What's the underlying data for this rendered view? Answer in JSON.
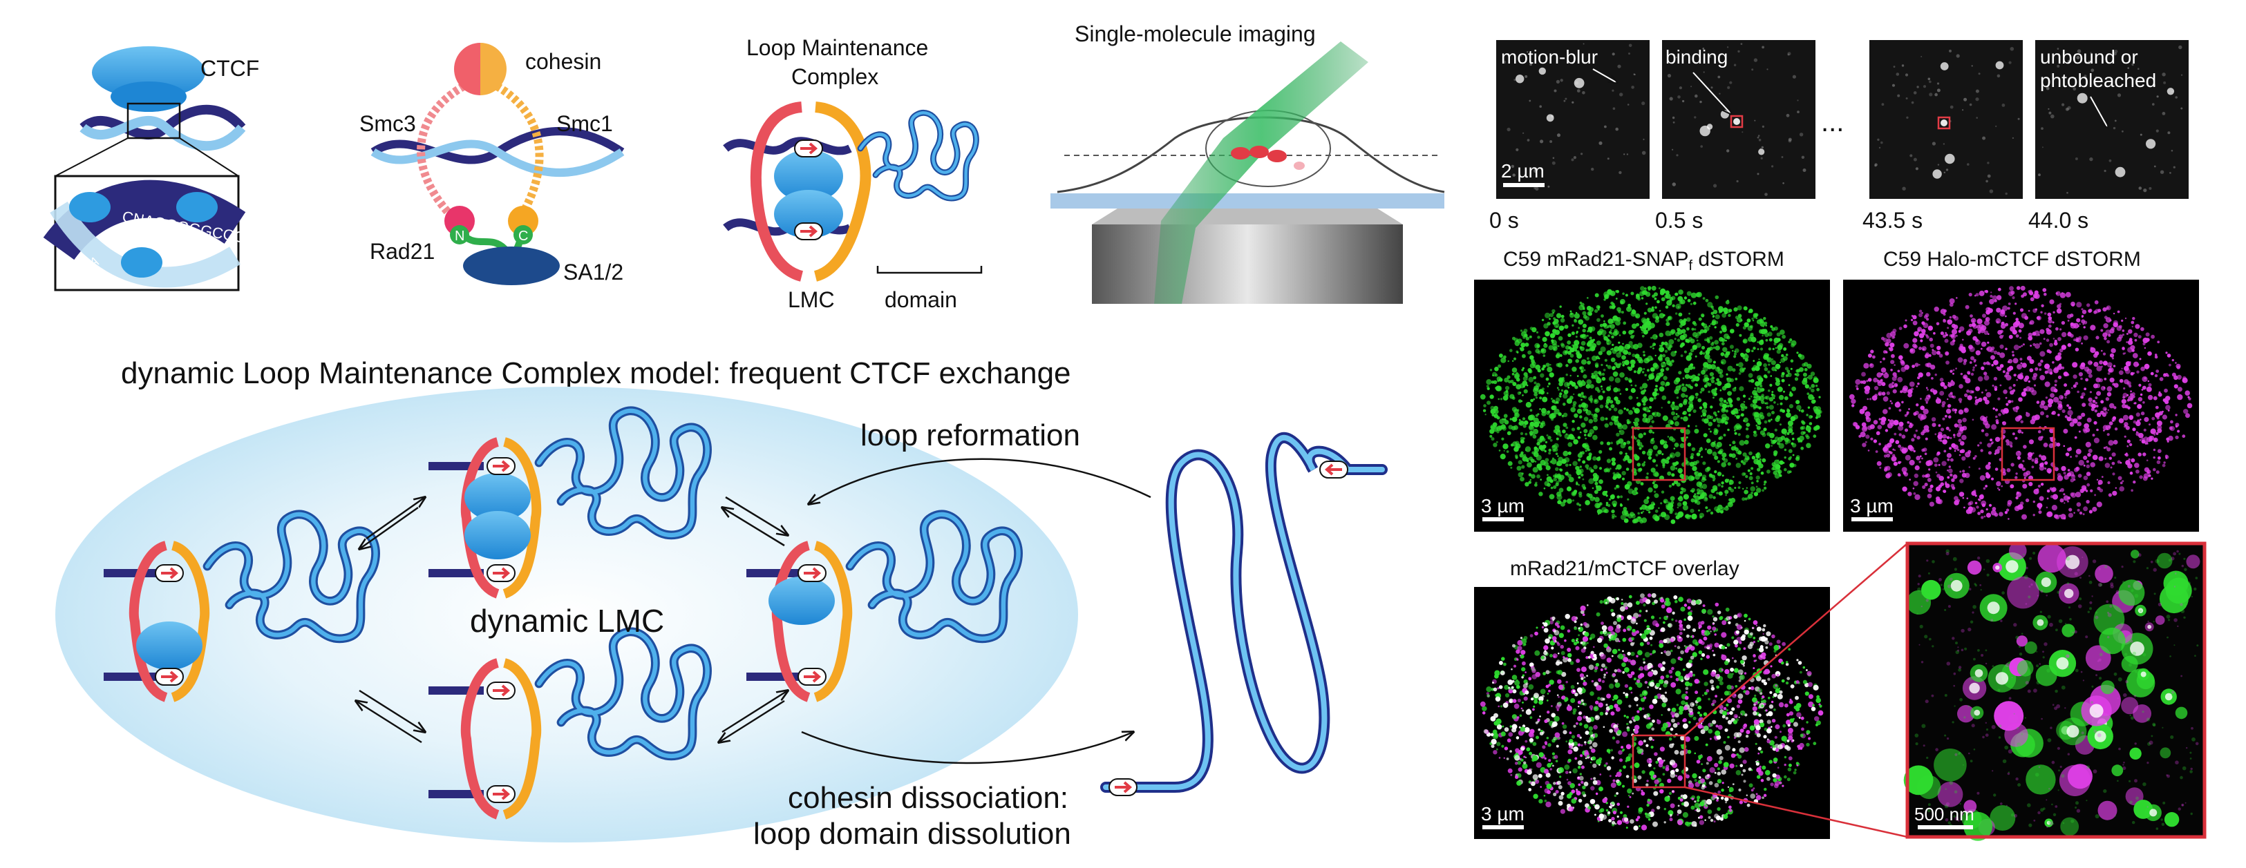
{
  "top_panels": {
    "ctcf_label": "CTCF",
    "ctcf_motif_text": "CNAGGGGGCCC",
    "ctcf_motif_left": "... CCA",
    "cohesin_label": "cohesin",
    "smc3_label": "Smc3",
    "smc1_label": "Smc1",
    "rad21_label": "Rad21",
    "sa_label": "SA1/2",
    "n_label": "N",
    "c_label": "C",
    "lmc_title_line1": "Loop Maintenance",
    "lmc_title_line2": "Complex",
    "lmc_label": "LMC",
    "domain_label": "domain",
    "smi_title": "Single-molecule imaging"
  },
  "model": {
    "title": "dynamic Loop Maintenance Complex model: frequent CTCF exchange",
    "center_label": "dynamic LMC",
    "reformation_label": "loop reformation",
    "dissociation_line1": "cohesin dissociation:",
    "dissociation_line2": "loop domain dissolution"
  },
  "timelapse": {
    "frames": [
      {
        "time": "0 s",
        "annotation": "motion-blur",
        "scale_bar": "2 µm"
      },
      {
        "time": "0.5 s",
        "annotation": "binding"
      },
      {
        "time": "43.5 s"
      },
      {
        "time": "44.0 s",
        "annotation_line1": "unbound or",
        "annotation_line2": "phtobleached"
      }
    ],
    "ellipsis": "..."
  },
  "dstorm": {
    "rad21_title_main": "C59 mRad21-SNAP",
    "rad21_title_sub": "f",
    "rad21_title_tail": " dSTORM",
    "ctcf_title": "C59 Halo-mCTCF dSTORM",
    "overlay_title": "mRad21/mCTCF overlay",
    "scale_3um": "3 µm",
    "scale_500nm": "500 nm"
  },
  "colors": {
    "dna_dark": "#2c2a7c",
    "dna_light": "#6fb8e8",
    "ctcf_blue": "#2e9be0",
    "halo_blue": "#d8eef9",
    "loop_blue": "#1c6fc0",
    "ring_red": "#e8505b",
    "ring_orange": "#f5a623",
    "green": "#2fdb2f",
    "magenta": "#e040e8",
    "frame_red": "#d9303a"
  }
}
